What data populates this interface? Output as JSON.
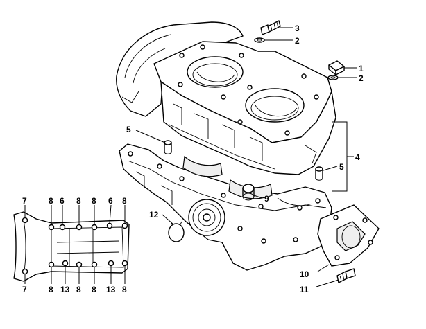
{
  "callouts": {
    "c1": "1",
    "c2a": "2",
    "c2b": "2",
    "c3": "3",
    "c4": "4",
    "c5a": "5",
    "c5b": "5",
    "c6a": "6",
    "c6b": "6",
    "c7a": "7",
    "c7b": "7",
    "c8a": "8",
    "c8b": "8",
    "c8c": "8",
    "c8d": "8",
    "c8e": "8",
    "c8f": "8",
    "c8g": "8",
    "c8h": "8",
    "c9": "9",
    "c10": "10",
    "c11": "11",
    "c12": "12",
    "c13a": "13",
    "c13b": "13"
  }
}
